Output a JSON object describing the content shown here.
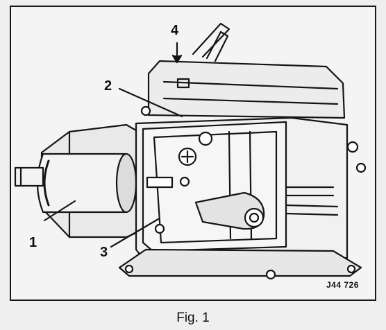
{
  "diagram": {
    "callouts": [
      "1",
      "2",
      "3",
      "4"
    ],
    "reference_code": "J44 726"
  },
  "caption": "Fig. 1"
}
